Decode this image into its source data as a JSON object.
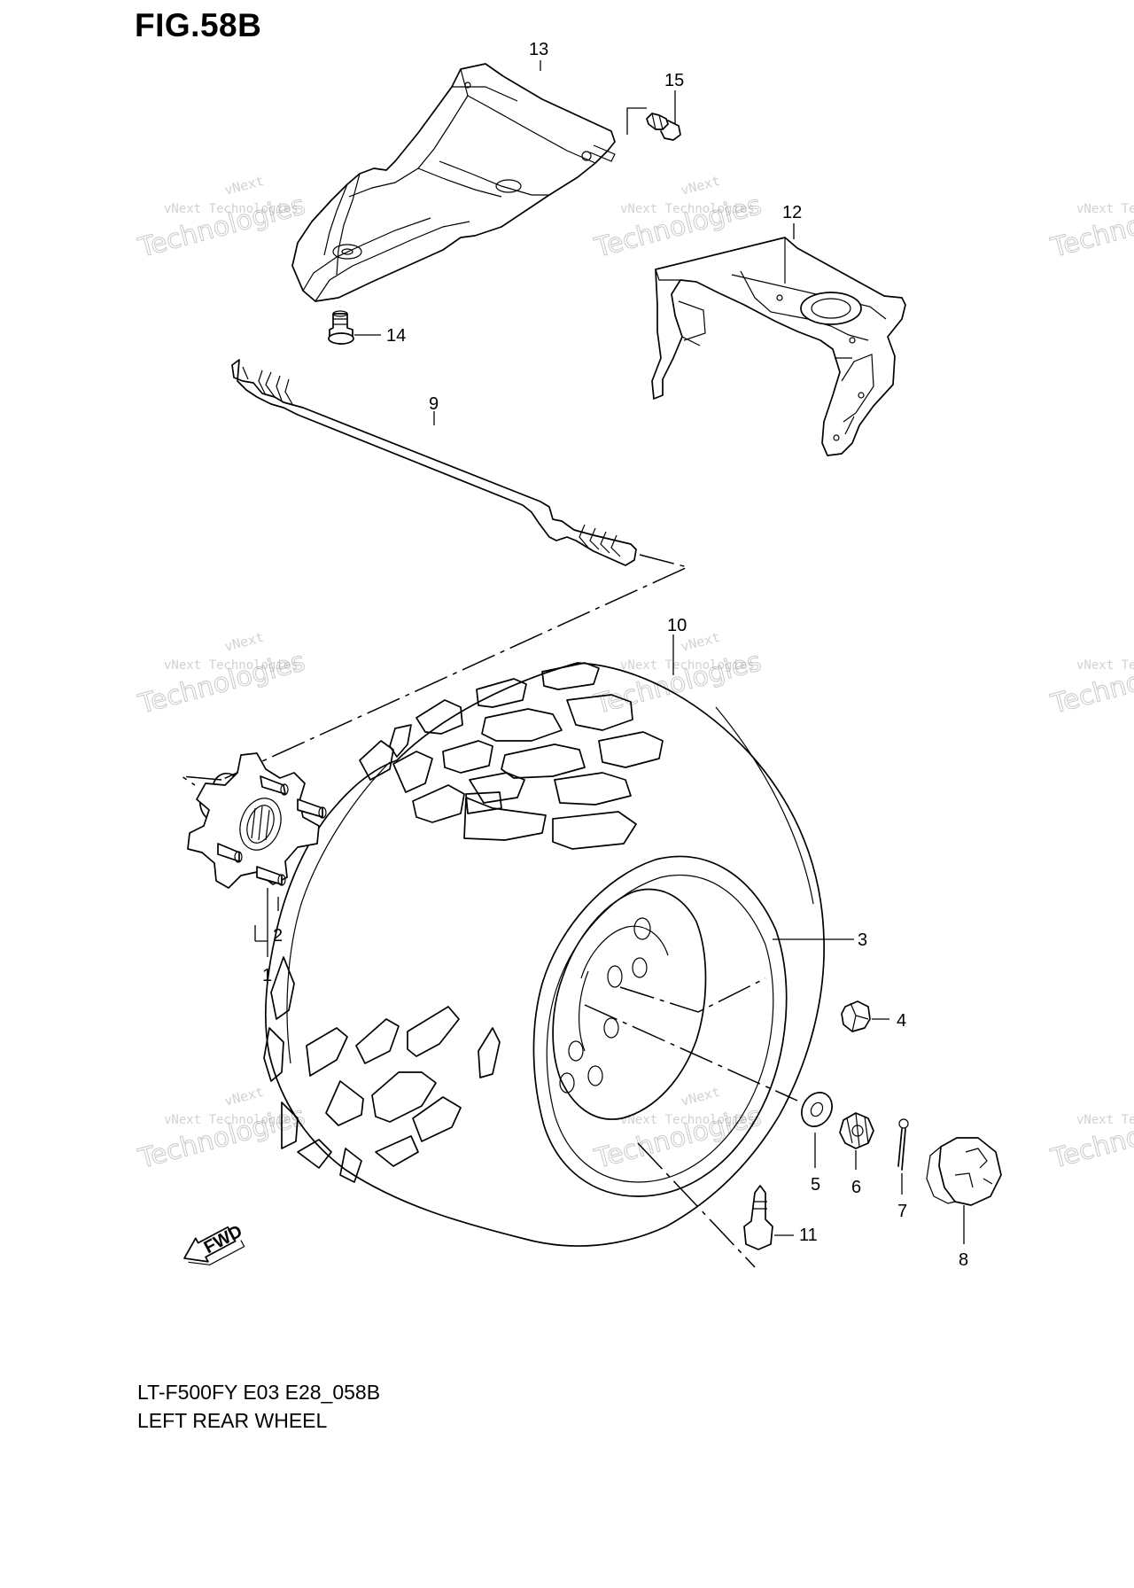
{
  "figure_title": "FIG.58B",
  "model_code": "LT-F500FY E03 E28_058B",
  "diagram_title": "LEFT REAR WHEEL",
  "watermark": {
    "line1": "vNext",
    "line2": "vNext Technologies",
    "line3": "Technologies"
  },
  "fwd_label": "FWD",
  "callouts": [
    "1",
    "2",
    "3",
    "4",
    "5",
    "6",
    "7",
    "8",
    "9",
    "10",
    "11",
    "12",
    "13",
    "14",
    "15"
  ]
}
